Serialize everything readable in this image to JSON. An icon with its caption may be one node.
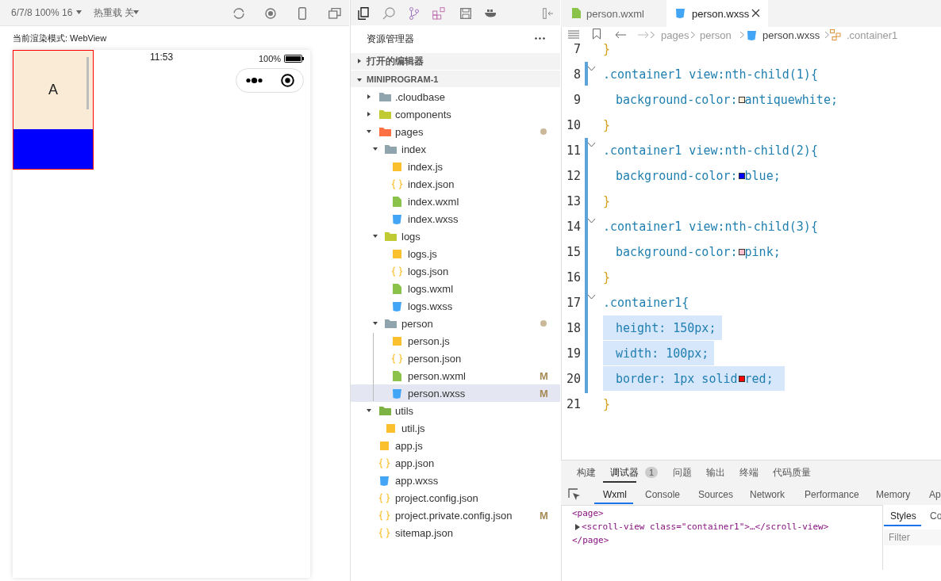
{
  "diagram": {
    "nodes": [
      {
        "text": [],
        "shape": "box"
      },
      {
        "text": [
          "A"
        ],
        "in": 0
      },
      {
        "text": [],
        "shape": "box",
        "in": 0
      }
    ],
    "labels": [
      "6/7/8 100% 16",
      "热重载 关",
      "当前渲染模式: WebView",
      "11:53",
      "100%",
      "资源管理器",
      "打开的编辑器",
      "MINIPROGRAM-1",
      ".cloudbase",
      "components",
      "pages",
      "index",
      "index.js",
      "index.json",
      "index.wxml",
      "index.wxss",
      "logs",
      "logs.js",
      "logs.json",
      "logs.wxml",
      "logs.wxss",
      "person",
      "person.js",
      "person.json",
      "person.wxml",
      "M",
      "person.wxss",
      "M",
      "utils",
      "util.js",
      "app.js",
      "app.json",
      "app.wxss",
      "project.config.json",
      "project.private.config.json",
      "M",
      "sitemap.json",
      "person.wxml",
      "person.wxss",
      "pages",
      "person",
      "person.wxss",
      ".container1",
      "7",
      "}",
      "8",
      ".container1 view:nth-child(1){",
      "9",
      "background-color: antiquewhite;",
      "10",
      "}",
      "11",
      ".container1 view:nth-child(2){",
      "12",
      "background-color: blue;",
      "13",
      "}",
      "14",
      ".container1 view:nth-child(3){",
      "15",
      "background-color: pink;",
      "16",
      "}",
      "17",
      ".container1{",
      "18",
      "height: 150px;",
      "19",
      "width: 100px;",
      "20",
      "border: 1px solid red;",
      "21",
      "}",
      "构建",
      "调试器",
      "1",
      "问题",
      "输出",
      "终端",
      "代码质量",
      "Wxml",
      "Console",
      "Sources",
      "Network",
      "Performance",
      "Memory",
      "Ap",
      "<page>",
      "<scroll-view class=\"container1\">…</scroll-view>",
      "</page>",
      "Styles",
      "Co",
      "Filter"
    ]
  }
}
